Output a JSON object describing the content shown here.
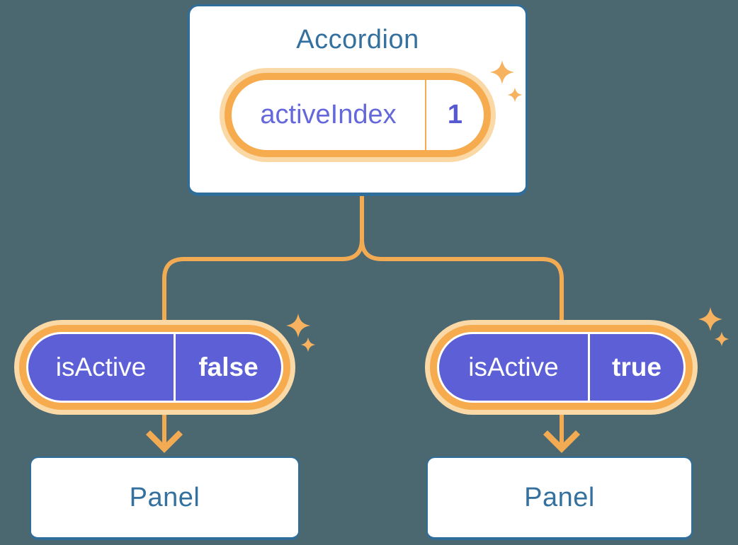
{
  "diagram": {
    "description": "React state tree: parent Accordion holds activeIndex state, passes isActive props to two Panel children",
    "root": {
      "title": "Accordion",
      "state_pill": {
        "label": "activeIndex",
        "value": "1"
      }
    },
    "children": [
      {
        "prop_pill": {
          "label": "isActive",
          "value": "false"
        },
        "panel": {
          "title": "Panel"
        }
      },
      {
        "prop_pill": {
          "label": "isActive",
          "value": "true"
        },
        "panel": {
          "title": "Panel"
        }
      }
    ]
  },
  "icons": {
    "sparkle": "sparkle-icon"
  },
  "colors": {
    "background": "#4B6770",
    "card_background": "#FFFFFF",
    "card_border_blue": "#2F6E9B",
    "heading_text_blue": "#35719F",
    "connector_orange": "#F2AB52",
    "pill_border_orange": "#F5AB4E",
    "pill_glow_peach": "#FAD9A6",
    "pill_fill_purple": "#5D5FD6",
    "pill_label_purple": "#6568DB",
    "pill_value_purple": "#5759D1",
    "pill_text_white": "#FFFFFF",
    "sparkle_orange": "#F6B25F"
  }
}
